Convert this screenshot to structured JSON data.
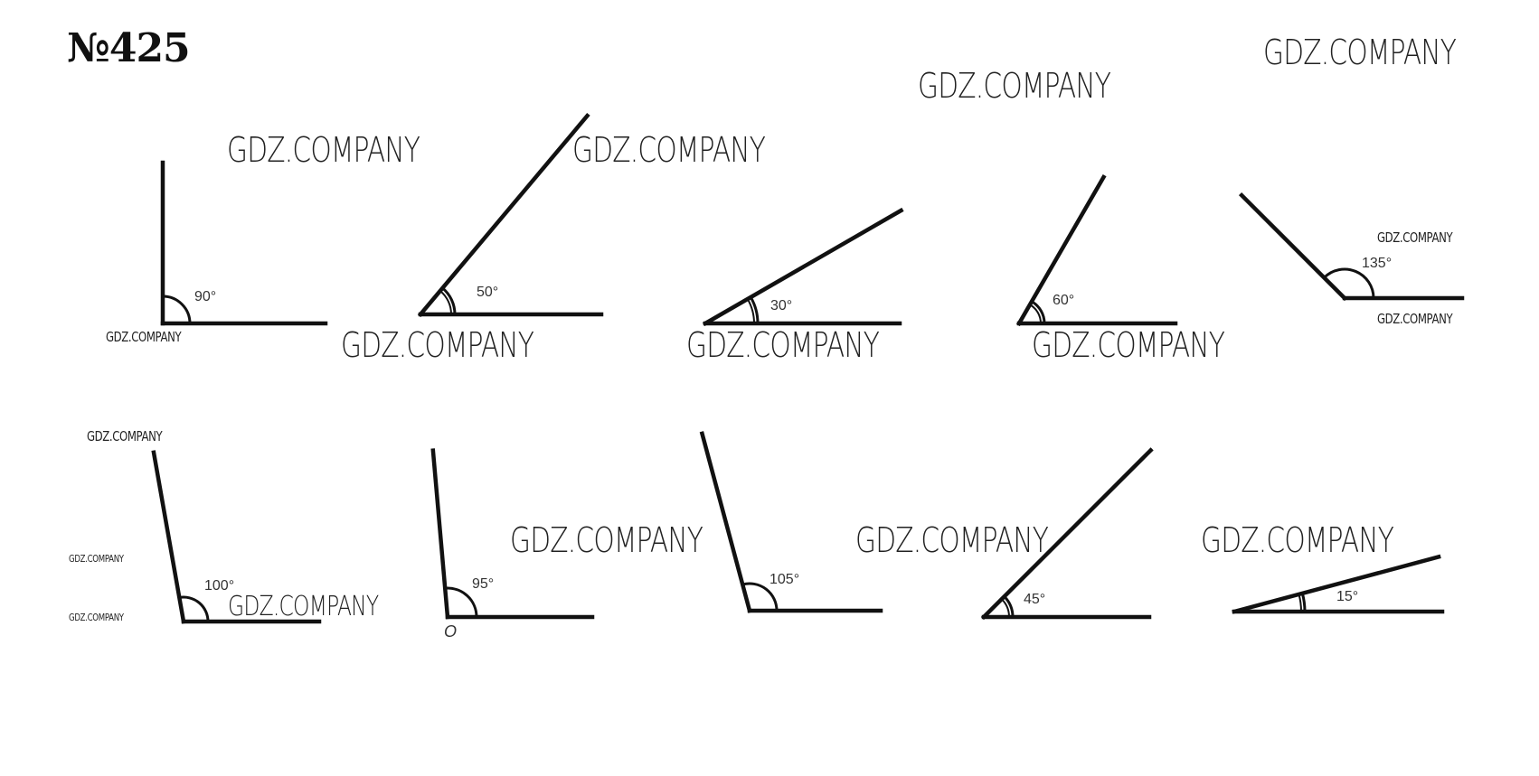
{
  "title": "№425",
  "watermark_text": "GDZ.COMPANY",
  "colors": {
    "ink": "#111111",
    "background": "#ffffff"
  },
  "angles": [
    {
      "degrees": 90,
      "label": "90°"
    },
    {
      "degrees": 50,
      "label": "50°"
    },
    {
      "degrees": 30,
      "label": "30°"
    },
    {
      "degrees": 60,
      "label": "60°"
    },
    {
      "degrees": 135,
      "label": "135°"
    },
    {
      "degrees": 100,
      "label": "100°"
    },
    {
      "degrees": 95,
      "label": "95°",
      "vertex_label": "O"
    },
    {
      "degrees": 105,
      "label": "105°"
    },
    {
      "degrees": 45,
      "label": "45°"
    },
    {
      "degrees": 15,
      "label": "15°"
    }
  ]
}
